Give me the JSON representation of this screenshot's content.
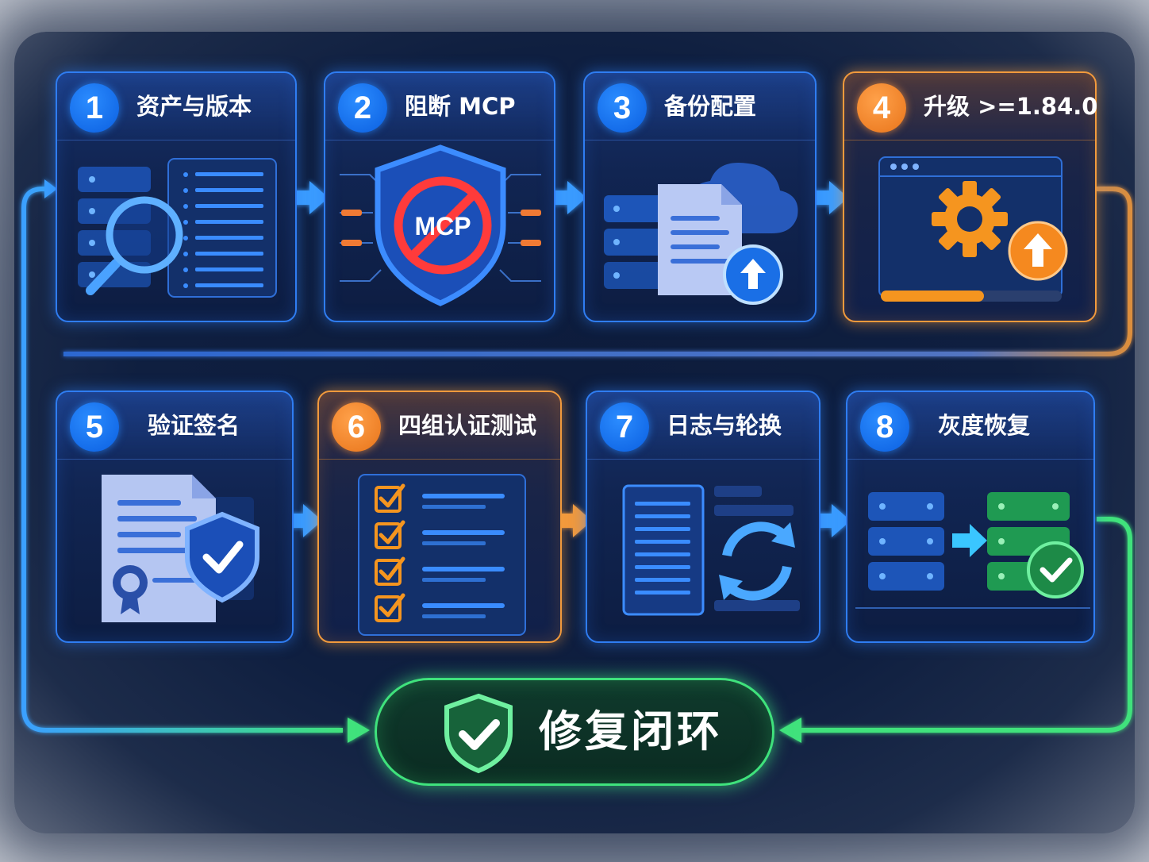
{
  "steps": [
    {
      "num": "1",
      "label": "资产与版本",
      "accent": "blue"
    },
    {
      "num": "2",
      "label": "阻断 MCP",
      "accent": "blue",
      "icon_text": "MCP"
    },
    {
      "num": "3",
      "label": "备份配置",
      "accent": "blue"
    },
    {
      "num": "4",
      "label": "升级 >=1.84.0",
      "accent": "orange",
      "progress": 0.57
    },
    {
      "num": "5",
      "label": "验证签名",
      "accent": "blue"
    },
    {
      "num": "6",
      "label": "四组认证测试",
      "accent": "orange"
    },
    {
      "num": "7",
      "label": "日志与轮换",
      "accent": "blue"
    },
    {
      "num": "8",
      "label": "灰度恢复",
      "accent": "blue"
    }
  ],
  "closure": {
    "label": "修复闭环",
    "icon": "check-shield-icon"
  },
  "colors": {
    "blue": "#2f7df2",
    "orange": "#f29a3c",
    "green": "#3fe27c",
    "background": "#0f1f40"
  }
}
